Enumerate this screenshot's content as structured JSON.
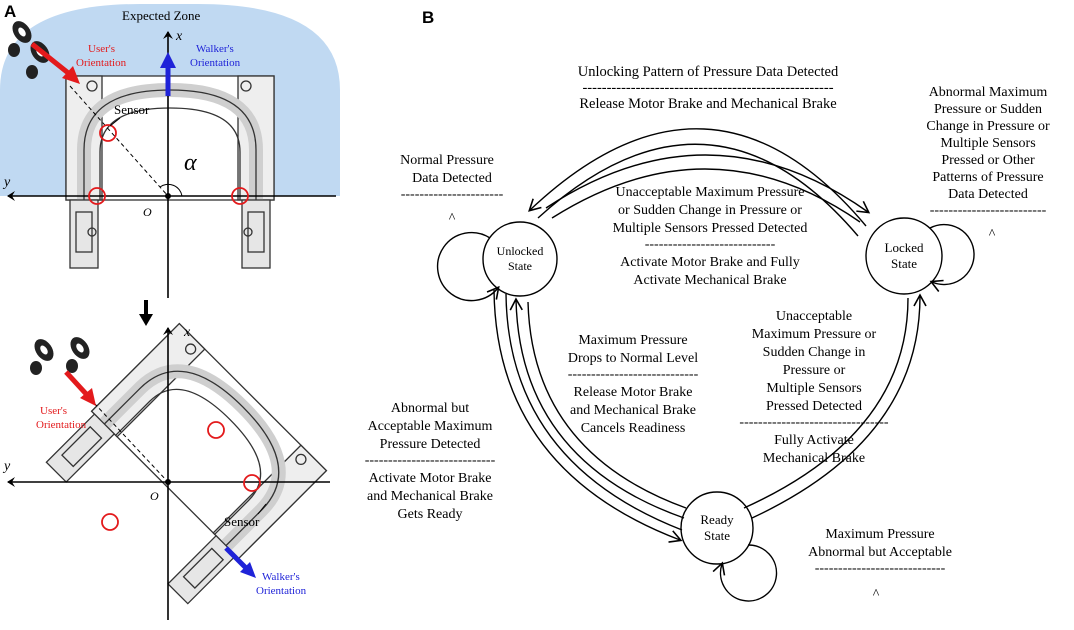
{
  "panel_a": {
    "letter": "A",
    "top": {
      "zone_label": "Expected Zone",
      "user_label_1": "User's",
      "user_label_2": "Orientation",
      "walker_label_1": "Walker's",
      "walker_label_2": "Orientation",
      "sensor_label": "Sensor",
      "alpha_label": "α",
      "x_label": "x",
      "y_label": "y",
      "o_label": "O"
    },
    "bottom": {
      "user_label_1": "User's",
      "user_label_2": "Orientation",
      "walker_label_1": "Walker's",
      "walker_label_2": "Orientation",
      "sensor_label": "Sensor",
      "x_label": "x",
      "y_label": "y",
      "o_label": "O"
    },
    "colors": {
      "zone_fill": "#c0d9f2",
      "user_arrow": "#e31a1c",
      "walker_arrow": "#1f23d8",
      "sensor_circle": "#e31a1c"
    }
  },
  "panel_b": {
    "letter": "B",
    "states": {
      "unlocked_1": "Unlocked",
      "unlocked_2": "State",
      "locked_1": "Locked",
      "locked_2": "State",
      "ready_1": "Ready",
      "ready_2": "State"
    },
    "top_transition": {
      "cond": "Unlocking Pattern of Pressure Data Detected",
      "sep": "----------------------------------------------------",
      "action": "Release Motor Brake and Mechanical Brake"
    },
    "unlocked_self": {
      "line1": "Normal  Pressure",
      "line2": "Data Detected",
      "sep": "----------------------",
      "caret": "^"
    },
    "locked_self": {
      "line1": "Abnormal Maximum",
      "line2": "Pressure or Sudden",
      "line3": "Change in Pressure or",
      "line4": "Multiple Sensors",
      "line5": "Pressed or Other",
      "line6": "Patterns of Pressure",
      "line7": "Data Detected",
      "sep": "-------------------------",
      "caret": "^"
    },
    "middle_transition": {
      "line1": "Unacceptable Maximum Pressure",
      "line2": "or Sudden Change in Pressure or",
      "line3": "Multiple Sensors Pressed Detected",
      "sep": "----------------------------",
      "action1": "Activate Motor Brake and Fully",
      "action2": "Activate Mechanical Brake"
    },
    "ready_to_unlocked": {
      "line1": "Maximum Pressure",
      "line2": "Drops to Normal Level",
      "sep": "----------------------------",
      "action1": "Release Motor Brake",
      "action2": "and Mechanical Brake",
      "action3": "Cancels Readiness"
    },
    "ready_to_locked": {
      "line1": "Unacceptable",
      "line2": "Maximum Pressure or",
      "line3": "Sudden Change in",
      "line4": "Pressure or",
      "line5": "Multiple Sensors",
      "line6": "Pressed Detected",
      "sep": "--------------------------------",
      "action1": "Fully Activate",
      "action2": "Mechanical Brake"
    },
    "unlocked_to_ready": {
      "line1": "Abnormal but",
      "line2": "Acceptable Maximum",
      "line3": "Pressure Detected",
      "sep": "----------------------------",
      "action1": "Activate Motor Brake",
      "action2": "and Mechanical Brake",
      "action3": "Gets Ready"
    },
    "ready_self": {
      "line1": "Maximum Pressure",
      "line2": "Abnormal but Acceptable",
      "sep": "----------------------------",
      "caret": "^"
    }
  }
}
